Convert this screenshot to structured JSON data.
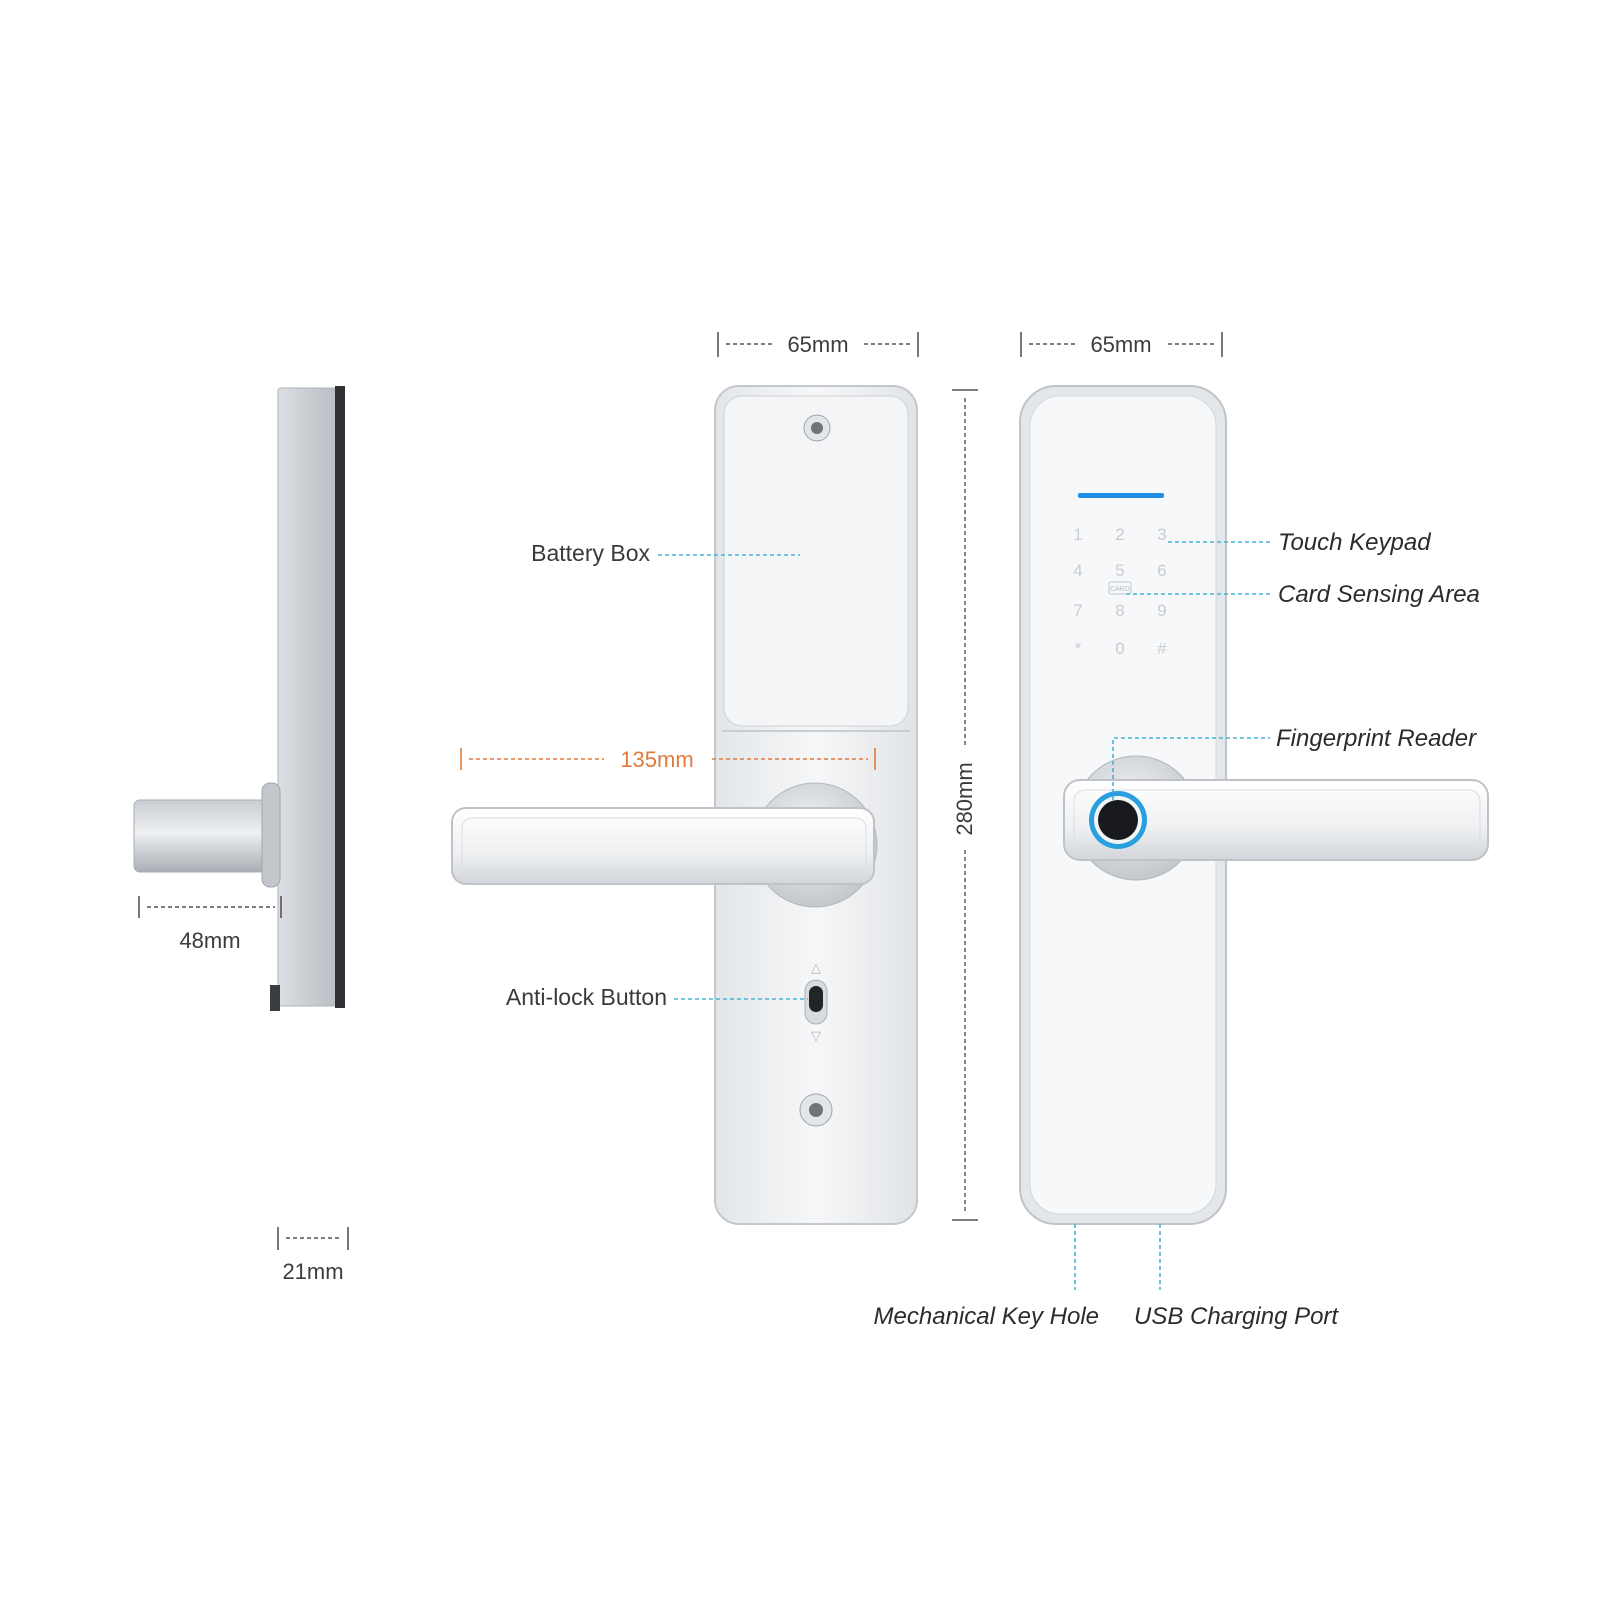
{
  "dimensions": {
    "front_width": "65mm",
    "back_width": "65mm",
    "height": "280mm",
    "handle_length": "135mm",
    "side_depth": "48mm",
    "side_thickness": "21mm"
  },
  "callouts": {
    "battery_box": "Battery Box",
    "anti_lock_button": "Anti-lock Button",
    "touch_keypad": "Touch Keypad",
    "card_sensing_area": "Card Sensing Area",
    "fingerprint_reader": "Fingerprint Reader",
    "mechanical_key_hole": "Mechanical Key Hole",
    "usb_charging_port": "USB Charging Port"
  },
  "keypad": {
    "keys": [
      "1",
      "2",
      "3",
      "4",
      "5",
      "6",
      "7",
      "8",
      "9",
      "*",
      "0",
      "#"
    ],
    "card_icon_label": "CARD"
  },
  "colors": {
    "leader_line": "#49b3d3",
    "handle_dimension": "#e07b3c",
    "fingerprint_ring": "#2a9fe0",
    "keypad_indicator": "#1f8fe6",
    "lock_body": "#eef0f2"
  }
}
